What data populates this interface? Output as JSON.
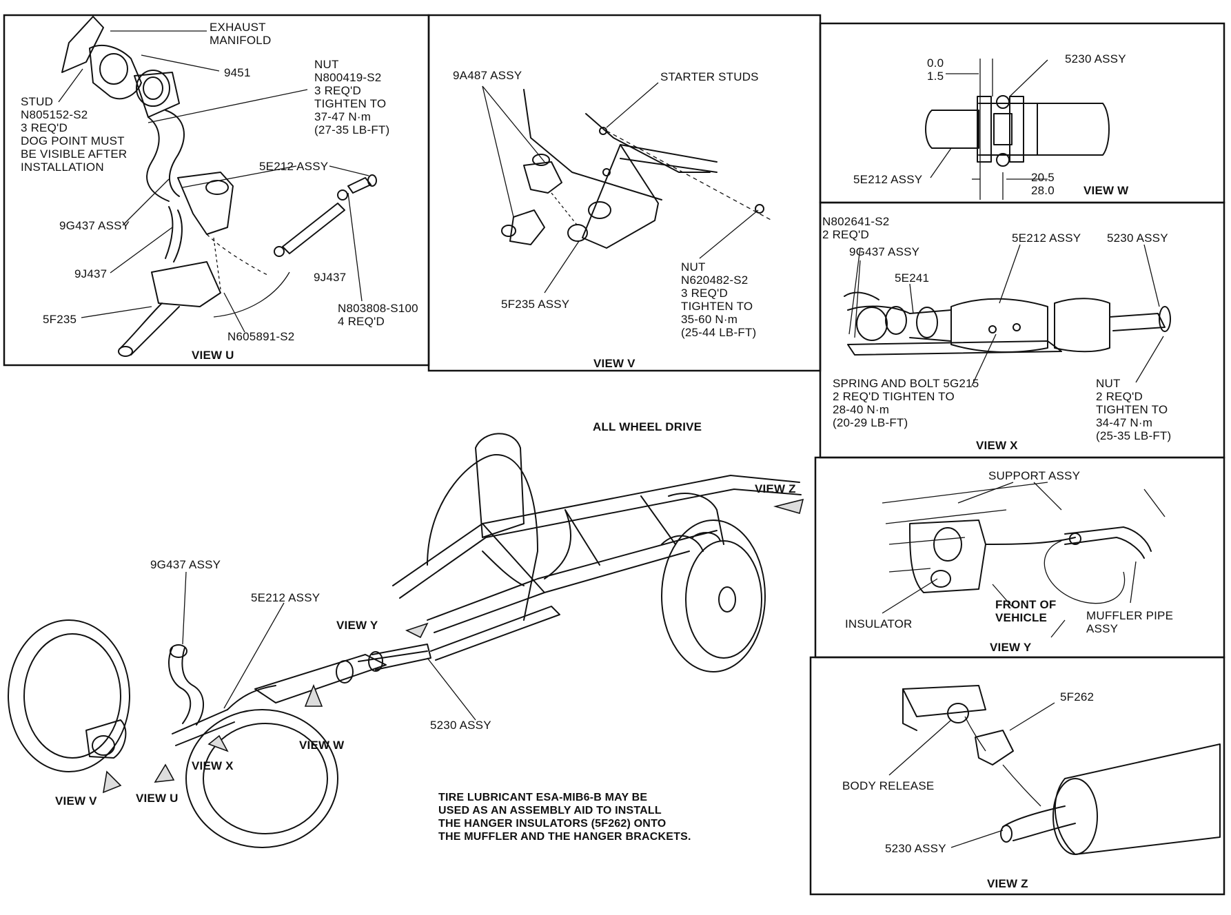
{
  "views": {
    "u": {
      "caption": "VIEW U",
      "labels": {
        "exhaust_manifold": [
          "EXHAUST",
          "MANIFOLD"
        ],
        "part_9451": "9451",
        "nut": [
          "NUT",
          "N800419-S2",
          "3 REQ'D",
          "TIGHTEN TO",
          "37-47 N·m",
          "(27-35 LB-FT)"
        ],
        "stud": [
          "STUD",
          "N805152-S2",
          "3 REQ'D",
          "DOG POINT MUST",
          "BE VISIBLE AFTER",
          "INSTALLATION"
        ],
        "assy_5e212": "5E212 ASSY",
        "assy_9g437": "9G437 ASSY",
        "part_9j437_left": "9J437",
        "part_9j437_right": "9J437",
        "part_5f235": "5F235",
        "bolt_n605891": "N605891-S2",
        "bolt_n803808": [
          "N803808-S100",
          "4 REQ'D"
        ]
      }
    },
    "v": {
      "caption": "VIEW V",
      "labels": {
        "assy_9a487": "9A487 ASSY",
        "starter_studs": "STARTER STUDS",
        "assy_5f235": "5F235 ASSY",
        "nut": [
          "NUT",
          "N620482-S2",
          "3 REQ'D",
          "TIGHTEN TO",
          "35-60 N·m",
          "(25-44 LB-FT)"
        ]
      }
    },
    "w": {
      "caption": "VIEW W",
      "labels": {
        "gap_top": [
          "0.0",
          "1.5"
        ],
        "assy_5230": "5230 ASSY",
        "assy_5e212": "5E212 ASSY",
        "gap_bottom": [
          "20.5",
          "28.0"
        ]
      }
    },
    "x": {
      "caption": "VIEW X",
      "labels": {
        "n802641": [
          "N802641-S2",
          "2 REQ'D"
        ],
        "assy_9g437": "9G437 ASSY",
        "assy_5e212": "5E212 ASSY",
        "assy_5230": "5230 ASSY",
        "part_5e241": "5E241",
        "spring_bolt": [
          "SPRING AND BOLT 5G215",
          "2 REQ'D TIGHTEN TO",
          "28-40 N·m",
          "(20-29 LB-FT)"
        ],
        "nut": [
          "NUT",
          "2 REQ'D",
          "TIGHTEN TO",
          "34-47 N·m",
          "(25-35 LB-FT)"
        ]
      }
    },
    "y": {
      "caption": "VIEW Y",
      "labels": {
        "support_assy": "SUPPORT ASSY",
        "insulator": "INSULATOR",
        "front_of_vehicle": [
          "FRONT OF",
          "VEHICLE"
        ],
        "muffler_pipe": [
          "MUFFLER PIPE",
          "ASSY"
        ]
      }
    },
    "z": {
      "caption": "VIEW Z",
      "labels": {
        "part_5f262": "5F262",
        "body_release": "BODY RELEASE",
        "assy_5230": "5230 ASSY"
      }
    }
  },
  "main": {
    "title": "ALL WHEEL DRIVE",
    "labels": {
      "assy_9g437": "9G437 ASSY",
      "assy_5e212": "5E212 ASSY",
      "assy_5230": "5230 ASSY",
      "view_y": "VIEW Y",
      "view_z": "VIEW Z",
      "view_w": "VIEW W",
      "view_x": "VIEW X",
      "view_v": "VIEW V",
      "view_u": "VIEW U"
    },
    "note": [
      "TIRE LUBRICANT ESA-MIB6-B MAY BE",
      "USED AS AN ASSEMBLY AID TO INSTALL",
      "THE HANGER INSULATORS (5F262) ONTO",
      "THE MUFFLER AND THE HANGER BRACKETS."
    ]
  }
}
